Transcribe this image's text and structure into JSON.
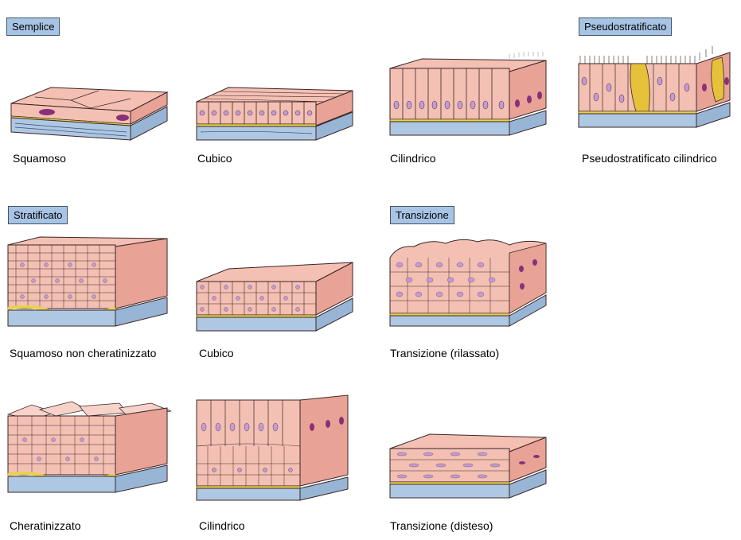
{
  "sections": {
    "semplice": "Semplice",
    "pseudostratificato": "Pseudostratificato",
    "stratificato": "Stratificato",
    "transizione": "Transizione"
  },
  "captions": {
    "squamoso": "Squamoso",
    "cubico_semplice": "Cubico",
    "cilindrico_semplice": "Cilindrico",
    "pseudostratificato_cilindrico": "Pseudostratificato cilindrico",
    "squamoso_non_cheratinizzato": "Squamoso non cheratinizzato",
    "cubico_stratificato": "Cubico",
    "transizione_rilassato": "Transizione (rilassato)",
    "cheratinizzato": "Cheratinizzato",
    "cilindrico_stratificato": "Cilindrico",
    "transizione_disteso": "Transizione (disteso)"
  },
  "colors": {
    "cell": "#f4c0b4",
    "cell_side": "#e8a396",
    "nucleus": "#c49bd6",
    "nucleus_dark": "#8a2f79",
    "basement": "#e8d24a",
    "connective": "#aec7e3",
    "goblet": "#e6c13a",
    "outline": "#3a2626",
    "tag_bg": "#a8c4e4"
  }
}
